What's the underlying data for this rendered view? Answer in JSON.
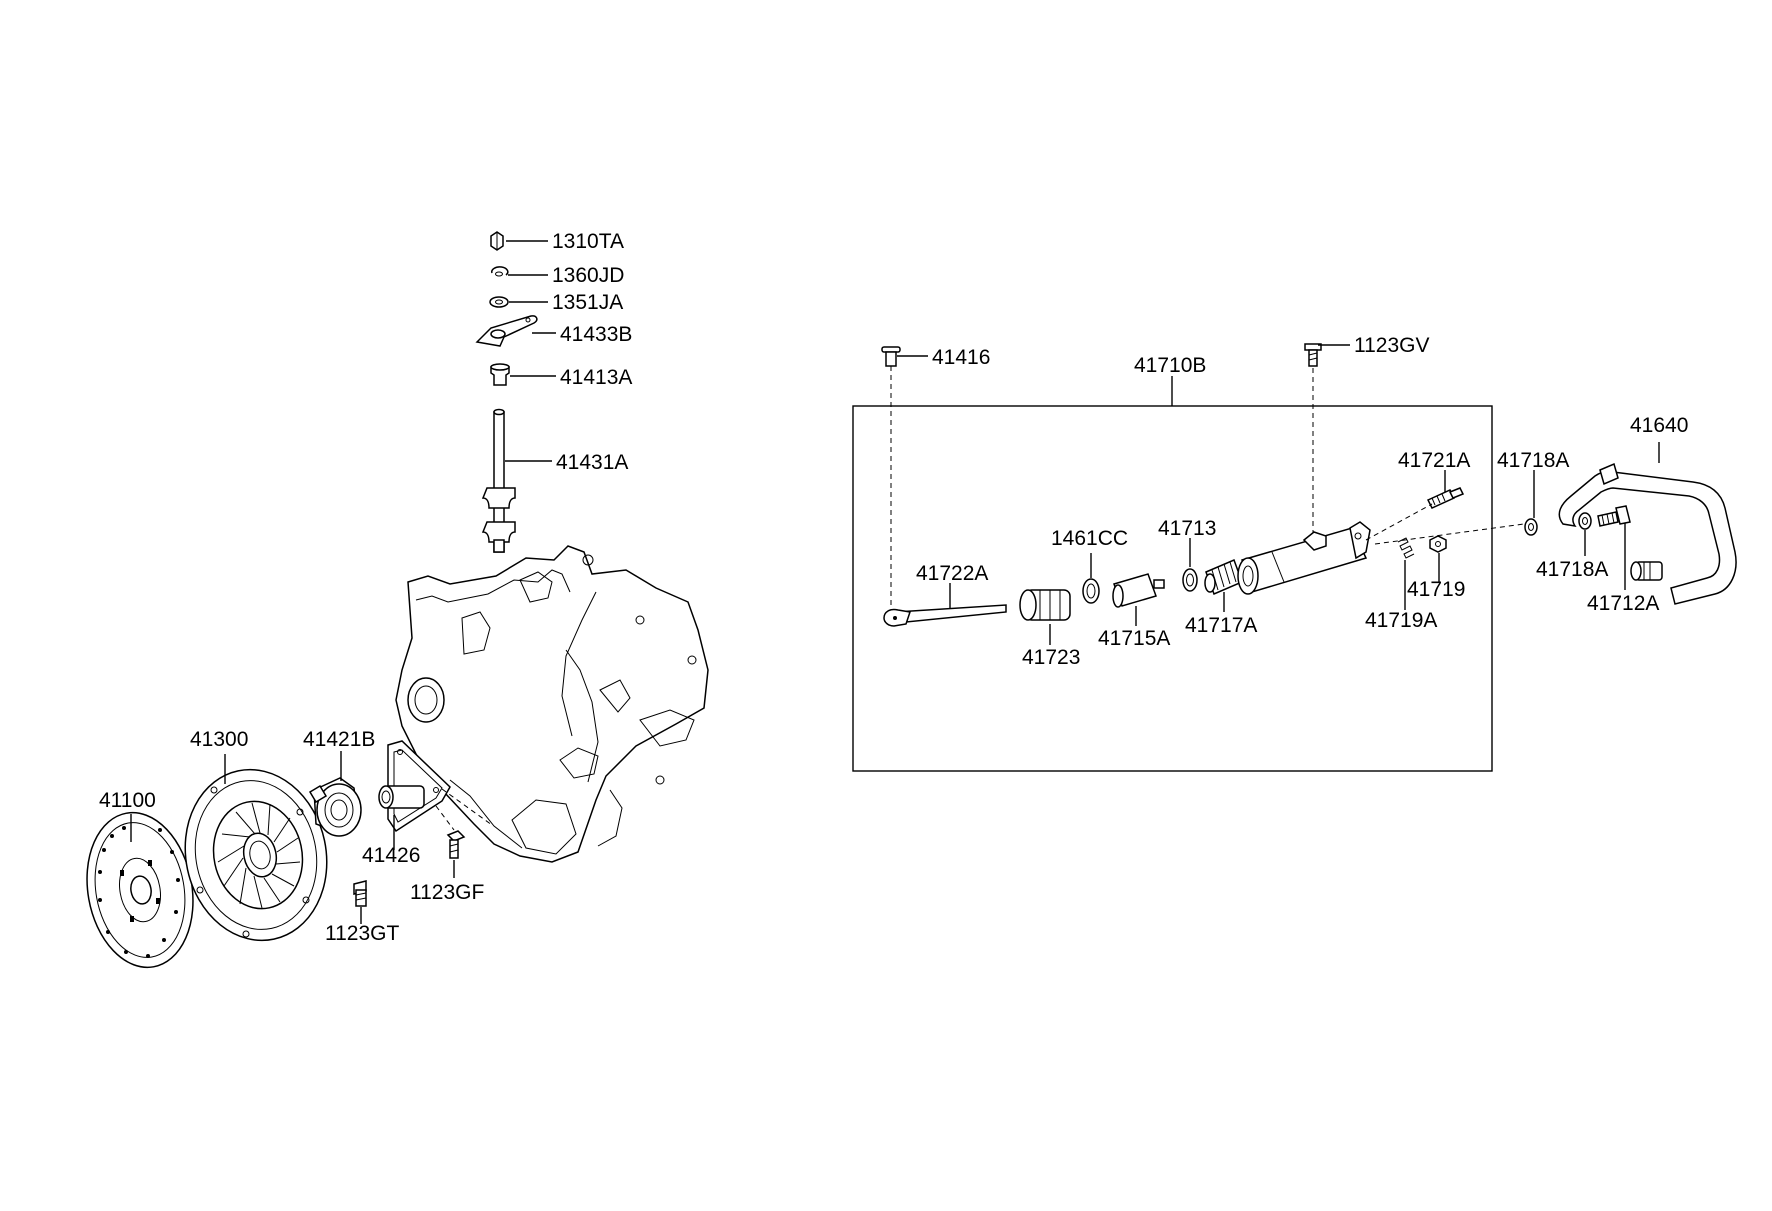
{
  "diagram": {
    "labels": {
      "p1310TA": "1310TA",
      "p1360JD": "1360JD",
      "p1351JA": "1351JA",
      "p41433B": "41433B",
      "p41413A": "41413A",
      "p41431A": "41431A",
      "p41300": "41300",
      "p41100": "41100",
      "p41421B": "41421B",
      "p41426": "41426",
      "p1123GF": "1123GF",
      "p1123GT": "1123GT",
      "p41416": "41416",
      "p41710B": "41710B",
      "p1123GV": "1123GV",
      "p41640": "41640",
      "p41721A": "41721A",
      "p41718A_top": "41718A",
      "p1461CC": "1461CC",
      "p41713": "41713",
      "p41722A": "41722A",
      "p41719": "41719",
      "p41718A_bottom": "41718A",
      "p41712A": "41712A",
      "p41717A": "41717A",
      "p41715A": "41715A",
      "p41719A": "41719A",
      "p41723": "41723"
    }
  }
}
